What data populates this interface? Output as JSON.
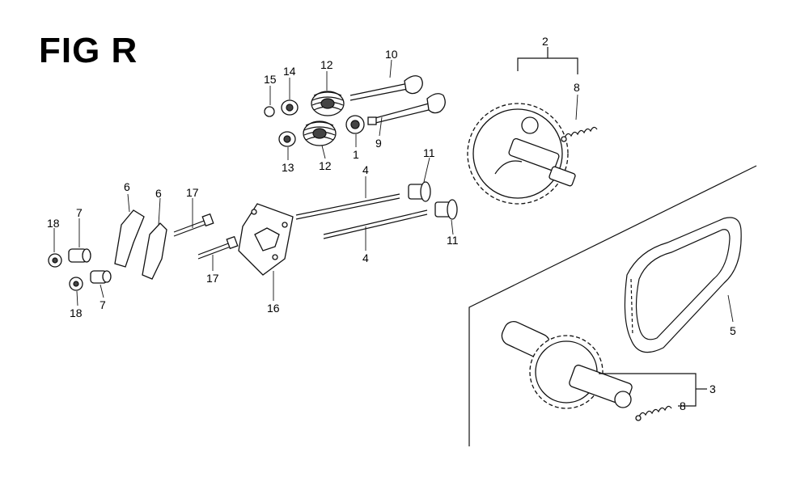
{
  "title": "FIG R",
  "labels": {
    "l1": "1",
    "l2": "2",
    "l3": "3",
    "l4a": "4",
    "l4b": "4",
    "l5": "5",
    "l6a": "6",
    "l6b": "6",
    "l7a": "7",
    "l7b": "7",
    "l8a": "8",
    "l8b": "8",
    "l9": "9",
    "l10": "10",
    "l11a": "11",
    "l11b": "11",
    "l12a": "12",
    "l12b": "12",
    "l13": "13",
    "l14": "14",
    "l15": "15",
    "l16": "16",
    "l17a": "17",
    "l17b": "17",
    "l18a": "18",
    "l18b": "18"
  }
}
